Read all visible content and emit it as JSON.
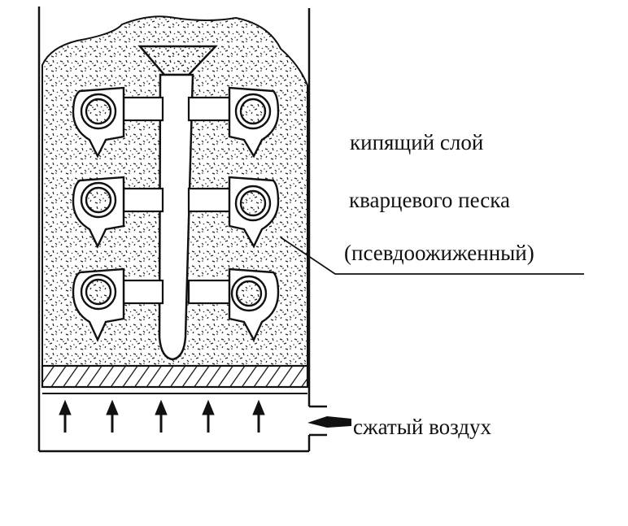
{
  "labels": {
    "bed_line1": "кипящий слой",
    "bed_line2": "кварцевого песка",
    "bed_line3": "(псевдоожиженный)",
    "air": "сжатый воздух"
  },
  "colors": {
    "ink": "#111111",
    "background": "#ffffff"
  },
  "icons": {
    "airflow": "arrow-up-icon",
    "inlet": "arrow-left-icon"
  }
}
